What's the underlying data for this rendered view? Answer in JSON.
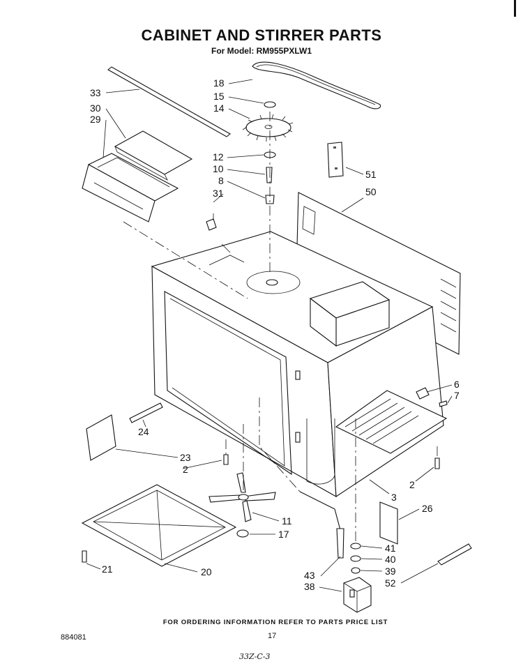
{
  "header": {
    "title": "CABINET AND STIRRER PARTS",
    "subtitle": "For Model: RM955PXLW1"
  },
  "callouts": [
    "33",
    "30",
    "29",
    "18",
    "15",
    "14",
    "12",
    "10",
    "8",
    "31",
    "51",
    "50",
    "6",
    "7",
    "24",
    "23",
    "2",
    "2",
    "3",
    "26",
    "11",
    "17",
    "21",
    "20",
    "41",
    "40",
    "39",
    "52",
    "38",
    "43"
  ],
  "footer": {
    "ordering_note": "FOR ORDERING INFORMATION REFER TO PARTS PRICE LIST",
    "page_number": "17",
    "document_number": "884081",
    "handwritten_note": "33Z-C-3"
  }
}
